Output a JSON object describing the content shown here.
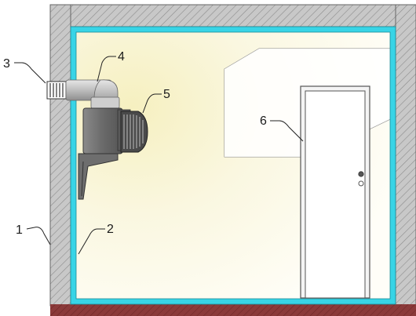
{
  "labels": [
    {
      "id": "1",
      "text": "1"
    },
    {
      "id": "2",
      "text": "2"
    },
    {
      "id": "3",
      "text": "3"
    },
    {
      "id": "4",
      "text": "4"
    },
    {
      "id": "5",
      "text": "5"
    },
    {
      "id": "6",
      "text": "6"
    }
  ],
  "colors": {
    "wall": "#c4c4c4",
    "hatch": "#8c8c8c",
    "insulation": "#38d4e6",
    "floor": "#8b3a3a",
    "room_warm": "#f7f2c6",
    "room_light": "#ffffff",
    "heater_body": "#6a6a6a",
    "duct": "#bdbdbd",
    "door": "#ffffff"
  }
}
